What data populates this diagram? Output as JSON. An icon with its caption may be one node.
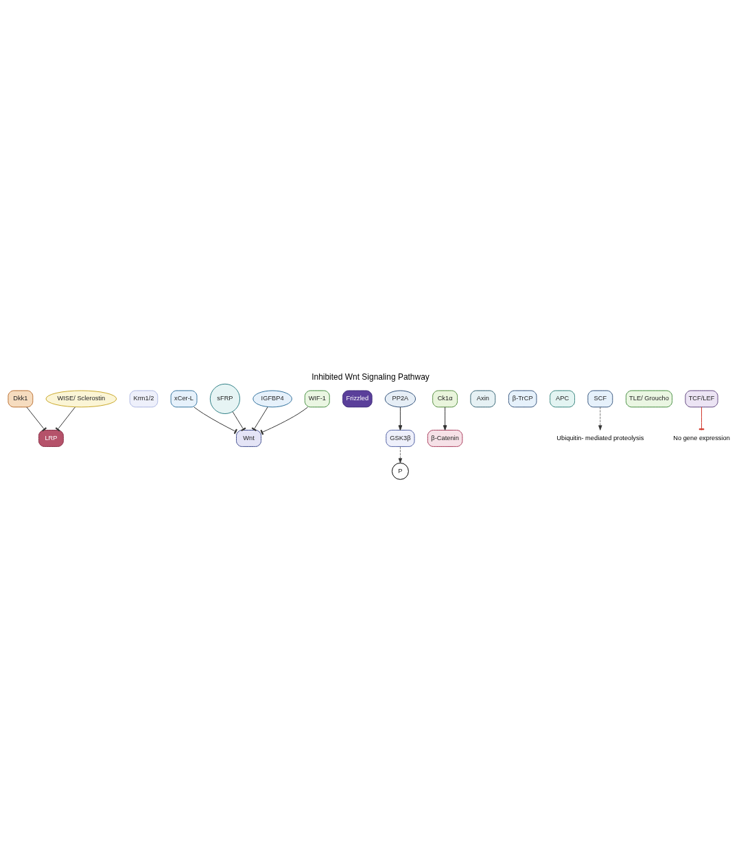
{
  "diagram": {
    "title": "Inhibited Wnt Signaling Pathway",
    "nodes": [
      {
        "text": [
          "Dkk1"
        ]
      },
      {
        "text": [
          "Krm1/2"
        ]
      },
      {
        "text": [
          "LRP"
        ]
      },
      {
        "text": [
          "WISE/ Sclerostin"
        ]
      },
      {
        "text": [
          "xCer-L"
        ]
      },
      {
        "text": [
          "sFRP"
        ]
      },
      {
        "text": [
          "Wnt"
        ]
      },
      {
        "text": [
          "IGFBP4"
        ]
      },
      {
        "text": [
          "Frizzled"
        ]
      },
      {
        "text": [
          "WIF-1"
        ]
      },
      {
        "text": [
          "PP2A"
        ]
      },
      {
        "text": [
          "Ck1α"
        ]
      },
      {
        "text": [
          "GSK3β"
        ]
      },
      {
        "text": [
          "β-Catenin"
        ]
      },
      {
        "text": [
          "Axin"
        ]
      },
      {
        "text": [
          "β-TrCP"
        ]
      },
      {
        "text": [
          "APC"
        ]
      },
      {
        "text": [
          "SCF"
        ]
      },
      {
        "text": [
          "P"
        ]
      },
      {
        "text": [
          "Ubiquitin- mediated proteolysis"
        ]
      },
      {
        "text": [
          "TLE/ Groucho"
        ]
      },
      {
        "text": [
          "TCF/LEF"
        ]
      },
      {
        "text": [
          "No gene expression"
        ]
      }
    ],
    "edges": [
      {
        "from": 0,
        "to": 2,
        "arrow": "other"
      },
      {
        "from": 3,
        "to": 2,
        "arrow": "other"
      },
      {
        "from": 5,
        "to": 6,
        "arrow": "other"
      },
      {
        "from": 4,
        "to": 6,
        "arrow": "other"
      },
      {
        "from": 7,
        "to": 6,
        "arrow": "other"
      },
      {
        "from": 9,
        "to": 6,
        "arrow": "other"
      },
      {
        "from": 10,
        "to": 12,
        "arrow": "to"
      },
      {
        "from": 11,
        "to": 13,
        "arrow": "to"
      },
      {
        "from": 12,
        "to": 18,
        "arrow": "to",
        "style": "dashed"
      },
      {
        "from": 17,
        "to": 19,
        "arrow": "to",
        "style": "dashed"
      },
      {
        "from": 21,
        "to": 22,
        "arrow": "other",
        "color": "#d0362a"
      }
    ]
  }
}
